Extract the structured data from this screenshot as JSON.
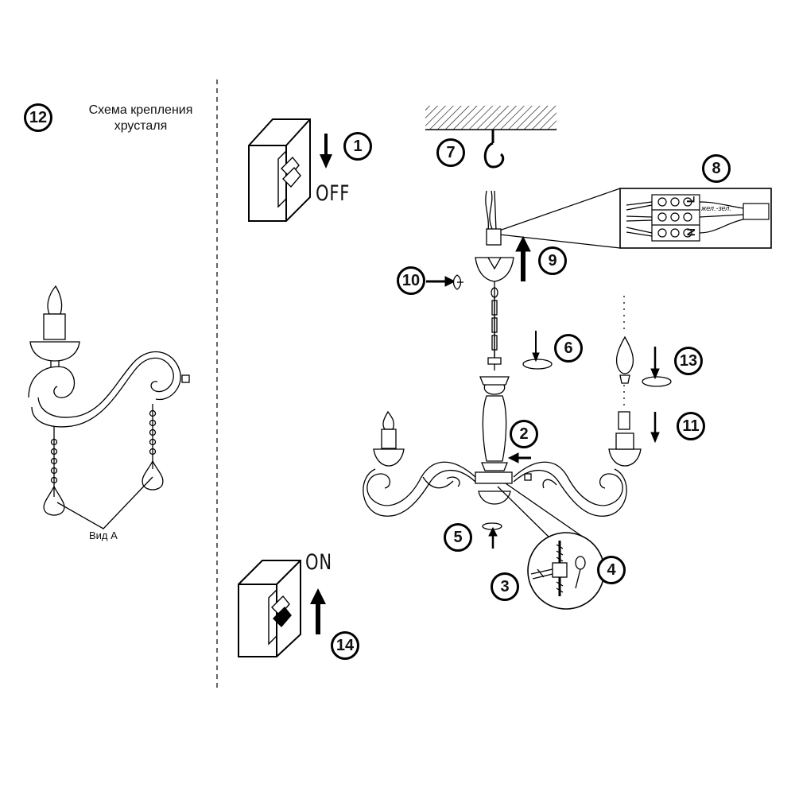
{
  "steps": {
    "s1": "1",
    "s2": "2",
    "s3": "3",
    "s4": "4",
    "s5": "5",
    "s6": "6",
    "s7": "7",
    "s8": "8",
    "s9": "9",
    "s10": "10",
    "s11": "11",
    "s12": "12",
    "s13": "13",
    "s14": "14"
  },
  "crystal_scheme": {
    "title_line1": "Схема крепления",
    "title_line2": "хрусталя",
    "view_label": "Вид А"
  },
  "switch_off_label": "OFF",
  "switch_on_label": "ON",
  "terminal_block": {
    "wire_label": "жел.-зел.",
    "live": "L",
    "neutral": "N"
  }
}
